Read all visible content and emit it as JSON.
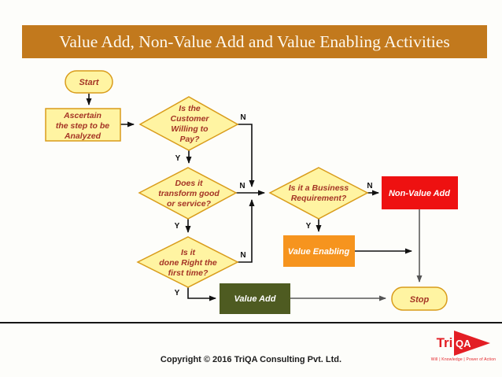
{
  "slide": {
    "title": "Value Add, Non-Value Add and Value Enabling Activities",
    "copyright": "Copyright © 2016 TriQA Consulting Pvt. Ltd."
  },
  "flowchart": {
    "start_label": "Start",
    "ascertain_lines": [
      "Ascertain",
      "the step to be",
      "Analyzed"
    ],
    "decision_customer_pay_lines": [
      "Is the",
      "Customer",
      "Willing to",
      "Pay?"
    ],
    "decision_transform_lines": [
      "Does it",
      "transform good",
      "or service?"
    ],
    "decision_right_first_time_lines": [
      "Is it",
      "done Right the",
      "first time?"
    ],
    "decision_business_req_lines": [
      "Is it a Business",
      "Requirement?"
    ],
    "non_value_add_label": "Non-Value Add",
    "value_enabling_label": "Value Enabling",
    "value_add_label": "Value Add",
    "stop_label": "Stop",
    "yes_label": "Y",
    "no_label": "N"
  },
  "logo": {
    "brand_prefix": "Tri",
    "brand_mark": "QA",
    "tagline": "Will | Knowledge | Power of Action"
  },
  "colors": {
    "title_bar": "#c2791d",
    "node_yellow_fill": "#fff4a2",
    "node_yellow_border": "#d99c1b",
    "node_text_red": "#a43425",
    "non_value_add_red": "#ee1111",
    "value_enabling_orange": "#f6941e",
    "value_add_green": "#4e5b21",
    "logo_red": "#e31e24"
  }
}
